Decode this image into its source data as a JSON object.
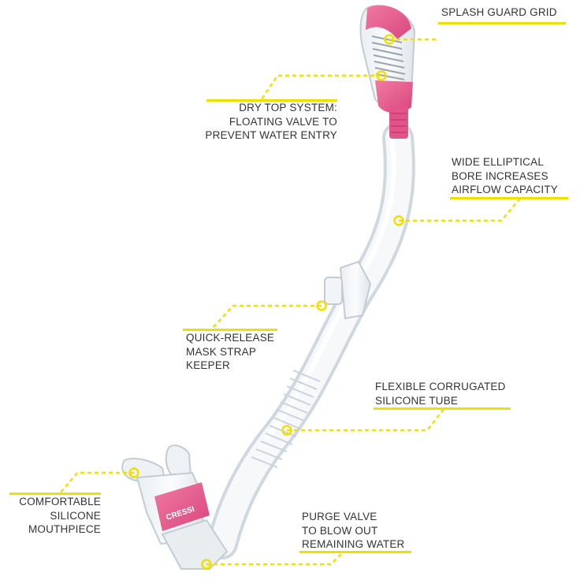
{
  "brand": "CRESSI",
  "colors": {
    "callout": "#f0e000",
    "accent": "#e05a8a",
    "text": "#333333"
  },
  "labels": {
    "splash_guard": [
      "SPLASH GUARD GRID"
    ],
    "dry_top": [
      "DRY TOP SYSTEM:",
      "FLOATING VALVE TO",
      "PREVENT WATER ENTRY"
    ],
    "wide_bore": [
      "WIDE ELLIPTICAL",
      "BORE INCREASES",
      "AIRFLOW CAPACITY"
    ],
    "strap_keeper": [
      "QUICK-RELEASE",
      "MASK STRAP",
      "KEEPER"
    ],
    "corrugated": [
      "FLEXIBLE CORRUGATED",
      "SILICONE TUBE"
    ],
    "mouthpiece": [
      "COMFORTABLE",
      "SILICONE",
      "MOUTHPIECE"
    ],
    "purge_valve": [
      "PURGE VALVE",
      "TO BLOW OUT",
      "REMAINING WATER"
    ]
  }
}
